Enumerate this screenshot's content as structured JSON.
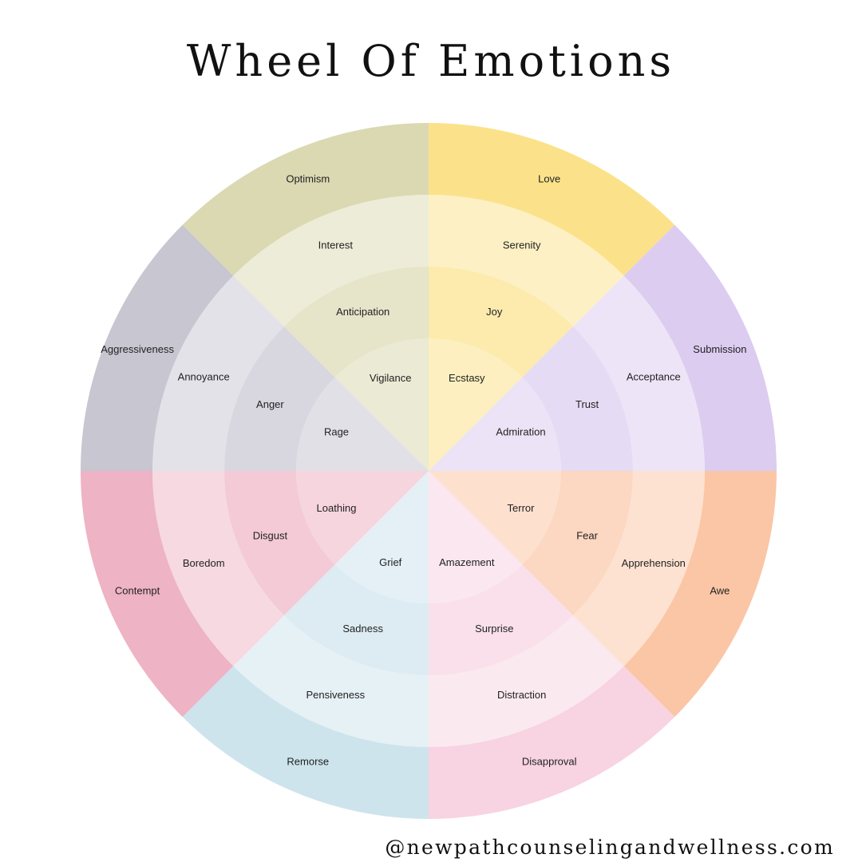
{
  "title": "Wheel Of Emotions",
  "footer": {
    "handle": "@newpathcounselingandwellness.com"
  },
  "wheel": {
    "segments": [
      {
        "name": "yellow",
        "color": "#fbe28a",
        "bands": [
          {
            "ring": 1,
            "label": "Ecstasy"
          },
          {
            "ring": 2,
            "label": "Joy"
          },
          {
            "ring": 3,
            "label": "Serenity"
          },
          {
            "ring": 4,
            "label": "Love"
          }
        ]
      },
      {
        "name": "purple",
        "color": "#dcccf0",
        "bands": [
          {
            "ring": 1,
            "label": "Admiration"
          },
          {
            "ring": 2,
            "label": "Trust"
          },
          {
            "ring": 3,
            "label": "Acceptance"
          },
          {
            "ring": 4,
            "label": "Submission"
          }
        ]
      },
      {
        "name": "orange",
        "color": "#fbc6a6",
        "bands": [
          {
            "ring": 1,
            "label": "Terror"
          },
          {
            "ring": 2,
            "label": "Fear"
          },
          {
            "ring": 3,
            "label": "Apprehension"
          },
          {
            "ring": 4,
            "label": "Awe"
          }
        ]
      },
      {
        "name": "pink",
        "color": "#f8d3e1",
        "bands": [
          {
            "ring": 1,
            "label": "Amazement"
          },
          {
            "ring": 2,
            "label": "Surprise"
          },
          {
            "ring": 3,
            "label": "Distraction"
          },
          {
            "ring": 4,
            "label": "Disapproval"
          }
        ]
      },
      {
        "name": "blue",
        "color": "#cde4ec",
        "bands": [
          {
            "ring": 1,
            "label": "Grief"
          },
          {
            "ring": 2,
            "label": "Sadness"
          },
          {
            "ring": 3,
            "label": "Pensiveness"
          },
          {
            "ring": 4,
            "label": "Remorse"
          }
        ]
      },
      {
        "name": "rose",
        "color": "#eeb3c4",
        "bands": [
          {
            "ring": 1,
            "label": "Loathing"
          },
          {
            "ring": 2,
            "label": "Disgust"
          },
          {
            "ring": 3,
            "label": "Boredom"
          },
          {
            "ring": 4,
            "label": "Contempt"
          }
        ]
      },
      {
        "name": "gray",
        "color": "#c7c6d1",
        "bands": [
          {
            "ring": 1,
            "label": "Rage"
          },
          {
            "ring": 2,
            "label": "Anger"
          },
          {
            "ring": 3,
            "label": "Annoyance"
          },
          {
            "ring": 4,
            "label": "Aggressiveness"
          }
        ]
      },
      {
        "name": "olive",
        "color": "#dbd9b2",
        "bands": [
          {
            "ring": 1,
            "label": "Vigilance"
          },
          {
            "ring": 2,
            "label": "Anticipation"
          },
          {
            "ring": 3,
            "label": "Interest"
          },
          {
            "ring": 4,
            "label": "Optimism"
          }
        ]
      }
    ]
  }
}
